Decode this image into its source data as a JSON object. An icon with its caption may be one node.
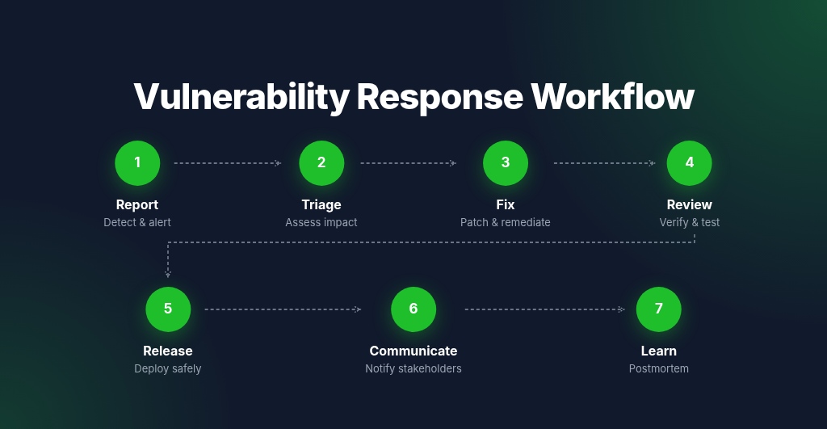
{
  "diagram": {
    "title": "Vulnerability Response Workflow",
    "nodes": [
      {
        "text": [
          "1"
        ],
        "beside": [
          "Report",
          "Detect & alert"
        ]
      },
      {
        "text": [
          "2"
        ],
        "beside": [
          "Triage",
          "Assess impact"
        ]
      },
      {
        "text": [
          "3"
        ],
        "beside": [
          "Fix",
          "Patch & remediate"
        ]
      },
      {
        "text": [
          "4"
        ],
        "beside": [
          "Review",
          "Verify & test"
        ]
      },
      {
        "text": [
          "5"
        ],
        "beside": [
          "Release",
          "Deploy safely"
        ]
      },
      {
        "text": [
          "6"
        ],
        "beside": [
          "Communicate",
          "Notify stakeholders"
        ]
      },
      {
        "text": [
          "7"
        ],
        "beside": [
          "Learn",
          "Postmortem"
        ]
      }
    ],
    "edges": [
      {
        "from": 0,
        "to": 1,
        "arrow": "to",
        "style": "dashed"
      },
      {
        "from": 1,
        "to": 2,
        "arrow": "to",
        "style": "dashed"
      },
      {
        "from": 2,
        "to": 3,
        "arrow": "to",
        "style": "dashed"
      },
      {
        "from": 3,
        "to": 4,
        "arrow": "to",
        "style": "dashed"
      },
      {
        "from": 4,
        "to": 5,
        "arrow": "to",
        "style": "dashed"
      },
      {
        "from": 5,
        "to": 6,
        "arrow": "to",
        "style": "dashed"
      }
    ]
  }
}
